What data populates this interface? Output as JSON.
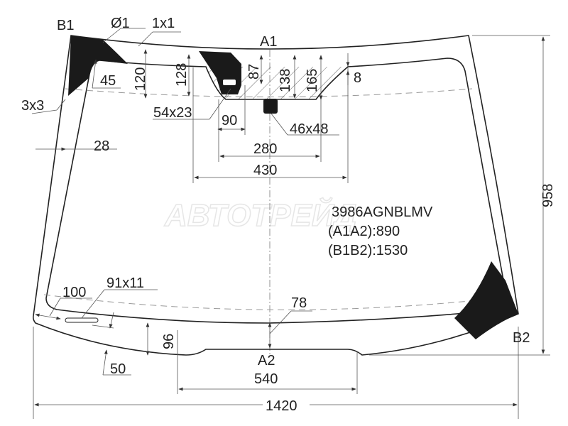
{
  "watermark": "АВТОТРЕЙД",
  "part": {
    "code": "3986AGNBLMV",
    "a1a2": "(A1A2):890",
    "b1b2": "(B1B2):1530"
  },
  "points": {
    "a1": "A1",
    "a2": "A2",
    "b1": "B1",
    "b2": "B2"
  },
  "dimensions": {
    "hole_dia": "Ø1",
    "dot": "1x1",
    "d45": "45",
    "d120": "120",
    "d128": "128",
    "d87": "87",
    "d138": "138",
    "d165": "165",
    "d8": "8",
    "d3x3": "3x3",
    "d54x23": "54x23",
    "d90": "90",
    "d46x48": "46x48",
    "d28": "28",
    "d280": "280",
    "d430": "430",
    "d958": "958",
    "d100": "100",
    "d91x11": "91x11",
    "d78": "78",
    "d96": "96",
    "d50": "50",
    "d540": "540",
    "d1420": "1420"
  },
  "colors": {
    "line": "#222222",
    "frit": "#1a1a1a",
    "dimension": "#555555"
  }
}
